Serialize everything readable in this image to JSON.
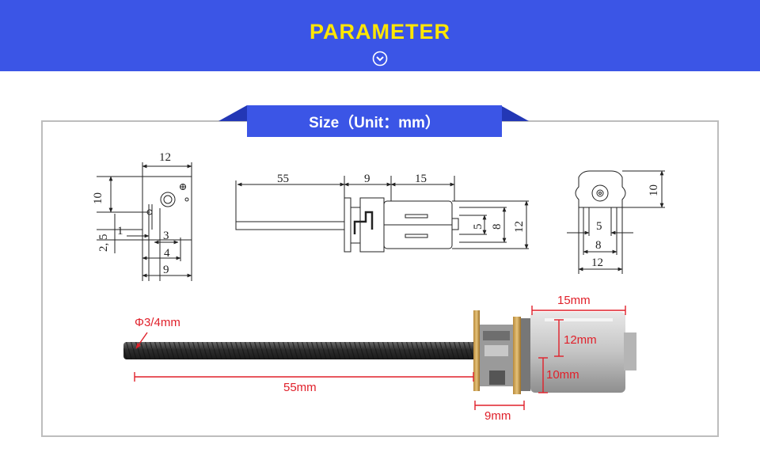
{
  "header": {
    "title": "PARAMETER",
    "chevron_icon": "chevron-down-circle-icon",
    "banner_color": "#3b55e6",
    "title_color": "#ffe600"
  },
  "size_tab": {
    "label": "Size（Unit：mm）"
  },
  "drawings": {
    "front": {
      "d12": "12",
      "d10": "10",
      "d25": "2, 5",
      "d1": "1",
      "d3": "3",
      "d4": "4",
      "d9": "9"
    },
    "side": {
      "d55": "55",
      "d9": "9",
      "d15": "15",
      "d5": "5",
      "d8": "8",
      "d12": "12"
    },
    "end": {
      "d10": "10",
      "d5": "5",
      "d8": "8",
      "d12": "12"
    }
  },
  "photo": {
    "shaft": "Φ3/4mm",
    "length": "55mm",
    "gearbox": "9mm",
    "motor": "15mm",
    "height": "12mm",
    "width": "10mm",
    "annotation_color": "#e0202a"
  }
}
